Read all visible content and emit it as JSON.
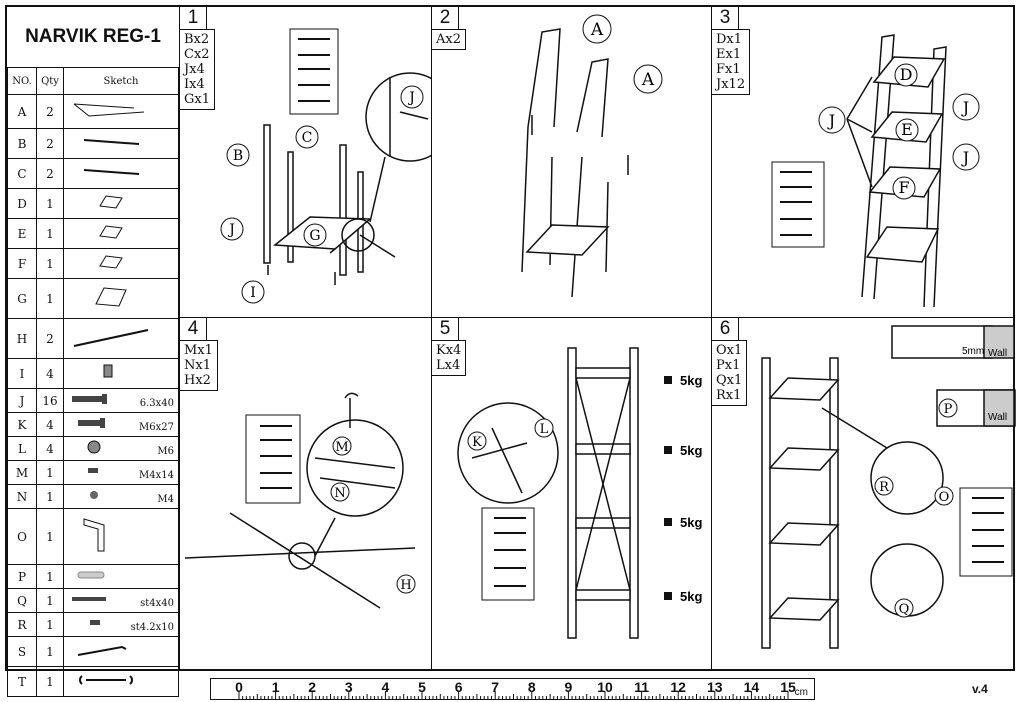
{
  "title": "NARVIK REG-1",
  "parts_table": {
    "headers": [
      "NO.",
      "Qty",
      "Sketch"
    ],
    "rows": [
      {
        "no": "A",
        "qty": "2",
        "spec": ""
      },
      {
        "no": "B",
        "qty": "2",
        "spec": ""
      },
      {
        "no": "C",
        "qty": "2",
        "spec": ""
      },
      {
        "no": "D",
        "qty": "1",
        "spec": ""
      },
      {
        "no": "E",
        "qty": "1",
        "spec": ""
      },
      {
        "no": "F",
        "qty": "1",
        "spec": ""
      },
      {
        "no": "G",
        "qty": "1",
        "spec": ""
      },
      {
        "no": "H",
        "qty": "2",
        "spec": ""
      },
      {
        "no": "I",
        "qty": "4",
        "spec": ""
      },
      {
        "no": "J",
        "qty": "16",
        "spec": "6.3x40"
      },
      {
        "no": "K",
        "qty": "4",
        "spec": "M6x27"
      },
      {
        "no": "L",
        "qty": "4",
        "spec": "M6"
      },
      {
        "no": "M",
        "qty": "1",
        "spec": "M4x14"
      },
      {
        "no": "N",
        "qty": "1",
        "spec": "M4"
      },
      {
        "no": "O",
        "qty": "1",
        "spec": ""
      },
      {
        "no": "P",
        "qty": "1",
        "spec": ""
      },
      {
        "no": "Q",
        "qty": "1",
        "spec": "st4x40"
      },
      {
        "no": "R",
        "qty": "1",
        "spec": "st4.2x10"
      },
      {
        "no": "S",
        "qty": "1",
        "spec": ""
      },
      {
        "no": "T",
        "qty": "1",
        "spec": ""
      }
    ]
  },
  "steps": [
    {
      "number": "1",
      "parts": [
        "Bx2",
        "Cx2",
        "Jx4",
        "Ix4",
        "Gx1"
      ]
    },
    {
      "number": "2",
      "parts": [
        "Ax2"
      ]
    },
    {
      "number": "3",
      "parts": [
        "Dx1",
        "Ex1",
        "Fx1",
        "Jx12"
      ]
    },
    {
      "number": "4",
      "parts": [
        "Mx1",
        "Nx1",
        "Hx2"
      ]
    },
    {
      "number": "5",
      "parts": [
        "Kx4",
        "Lx4"
      ]
    },
    {
      "number": "6",
      "parts": [
        "Ox1",
        "Px1",
        "Qx1",
        "Rx1"
      ]
    }
  ],
  "callouts": {
    "step1": [
      "B",
      "C",
      "J",
      "G",
      "I",
      "J"
    ],
    "step2": [
      "A",
      "A"
    ],
    "step3": [
      "D",
      "E",
      "F",
      "J",
      "J",
      "J"
    ],
    "step4": [
      "M",
      "N",
      "H"
    ],
    "step5": [
      "K",
      "L"
    ],
    "step6": [
      "P",
      "R",
      "O",
      "Q"
    ]
  },
  "screw_lengths": [
    "14mm",
    "27mm",
    "40mm",
    "10mm",
    "40mm"
  ],
  "load_label": "5",
  "wall": {
    "label": "Wall",
    "drill": "5mm"
  },
  "ruler": {
    "numbers": [
      "0",
      "1",
      "2",
      "3",
      "4",
      "5",
      "6",
      "7",
      "8",
      "9",
      "10",
      "11",
      "12",
      "13",
      "14",
      "15"
    ],
    "unit": "cm"
  },
  "version": "v.4"
}
